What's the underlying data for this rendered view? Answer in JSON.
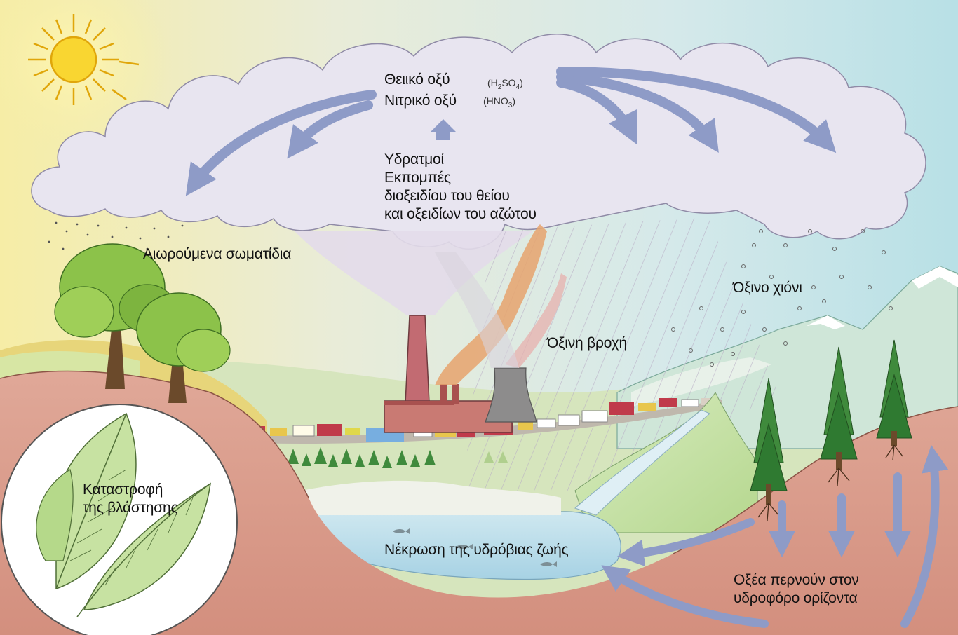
{
  "labels": {
    "sulfuric_acid": "Θειικό οξύ",
    "nitric_acid": "Νιτρικό οξύ",
    "sulfuric_formula": {
      "a": "(H",
      "b": "2",
      "c": "SO",
      "d": "4",
      "e": ")"
    },
    "nitric_formula": {
      "a": "(HNO",
      "b": "3",
      "c": ")"
    },
    "emissions": [
      "Υδρατμοί",
      "Εκπομπές",
      "διοξειδίου του θείου",
      "και οξειδίων του αζώτου"
    ],
    "particles": "Αιωρούμενα σωματίδια",
    "acid_snow": "Όξινο χιόνι",
    "acid_rain": "Όξινη βροχή",
    "vegetation_damage": [
      "Καταστροφή",
      "της βλάστησης"
    ],
    "aquatic_life": "Νέκρωση της υδρόβιας ζωής",
    "groundwater": [
      "Οξέα περνούν στον",
      "υδροφόρο ορίζοντα"
    ]
  },
  "colors": {
    "sky_left": "#f3e9a0",
    "sky_right": "#bfe3e8",
    "cloud": "#e6e3ef",
    "arrow": "#8e9bc7",
    "ground": "#d99a8a",
    "grass": "#bcd97a",
    "water": "#b9dcea",
    "tree_dark": "#3f8a3c",
    "leaf": "#c7e2a2",
    "sun": "#f5c40f"
  },
  "icons": [
    "sun-icon",
    "cloud-shape",
    "factory-icon",
    "tree-icon",
    "leaf-icon",
    "fish-icon",
    "truck-icon",
    "mountain-shape"
  ]
}
